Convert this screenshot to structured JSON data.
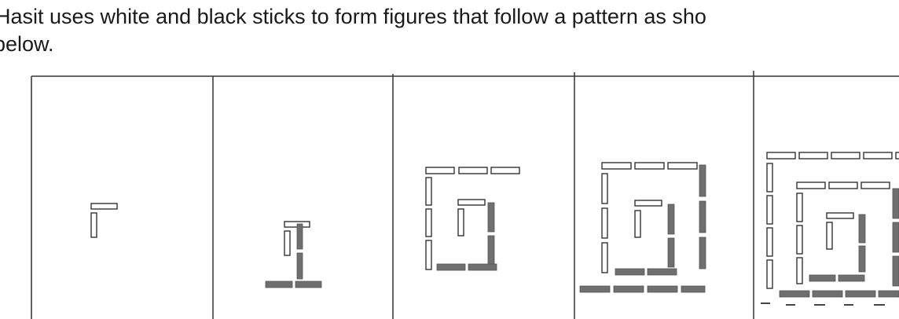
{
  "question": {
    "line1": "Hasit uses white and black sticks to form figures that follow a pattern as sho",
    "line2": "below."
  },
  "figures": {
    "count": 5,
    "stick_colors": {
      "white": "#ffffff",
      "black": "#6f6f6f"
    }
  }
}
